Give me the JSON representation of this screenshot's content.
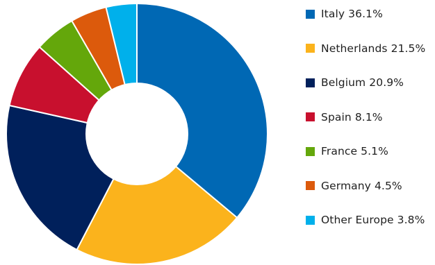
{
  "chart_data": {
    "type": "pie",
    "title": "",
    "legend_position": "right",
    "hole": true,
    "categories": [
      "Italy",
      "Netherlands",
      "Belgium",
      "Spain",
      "France",
      "Germany",
      "Other Europe"
    ],
    "values": [
      36.1,
      21.5,
      20.9,
      8.1,
      5.1,
      4.5,
      3.8
    ],
    "colors": [
      "#0068b4",
      "#fbb31c",
      "#00205b",
      "#c8102e",
      "#64a70b",
      "#dc5a0c",
      "#00b0eb"
    ],
    "legend": [
      {
        "label": "Italy 36.1%",
        "color": "#0068b4"
      },
      {
        "label": "Netherlands 21.5%",
        "color": "#fbb31c"
      },
      {
        "label": "Belgium 20.9%",
        "color": "#00205b"
      },
      {
        "label": "Spain 8.1%",
        "color": "#c8102e"
      },
      {
        "label": "France 5.1%",
        "color": "#64a70b"
      },
      {
        "label": "Germany 4.5%",
        "color": "#dc5a0c"
      },
      {
        "label": "Other Europe 3.8%",
        "color": "#00b0eb"
      }
    ]
  }
}
